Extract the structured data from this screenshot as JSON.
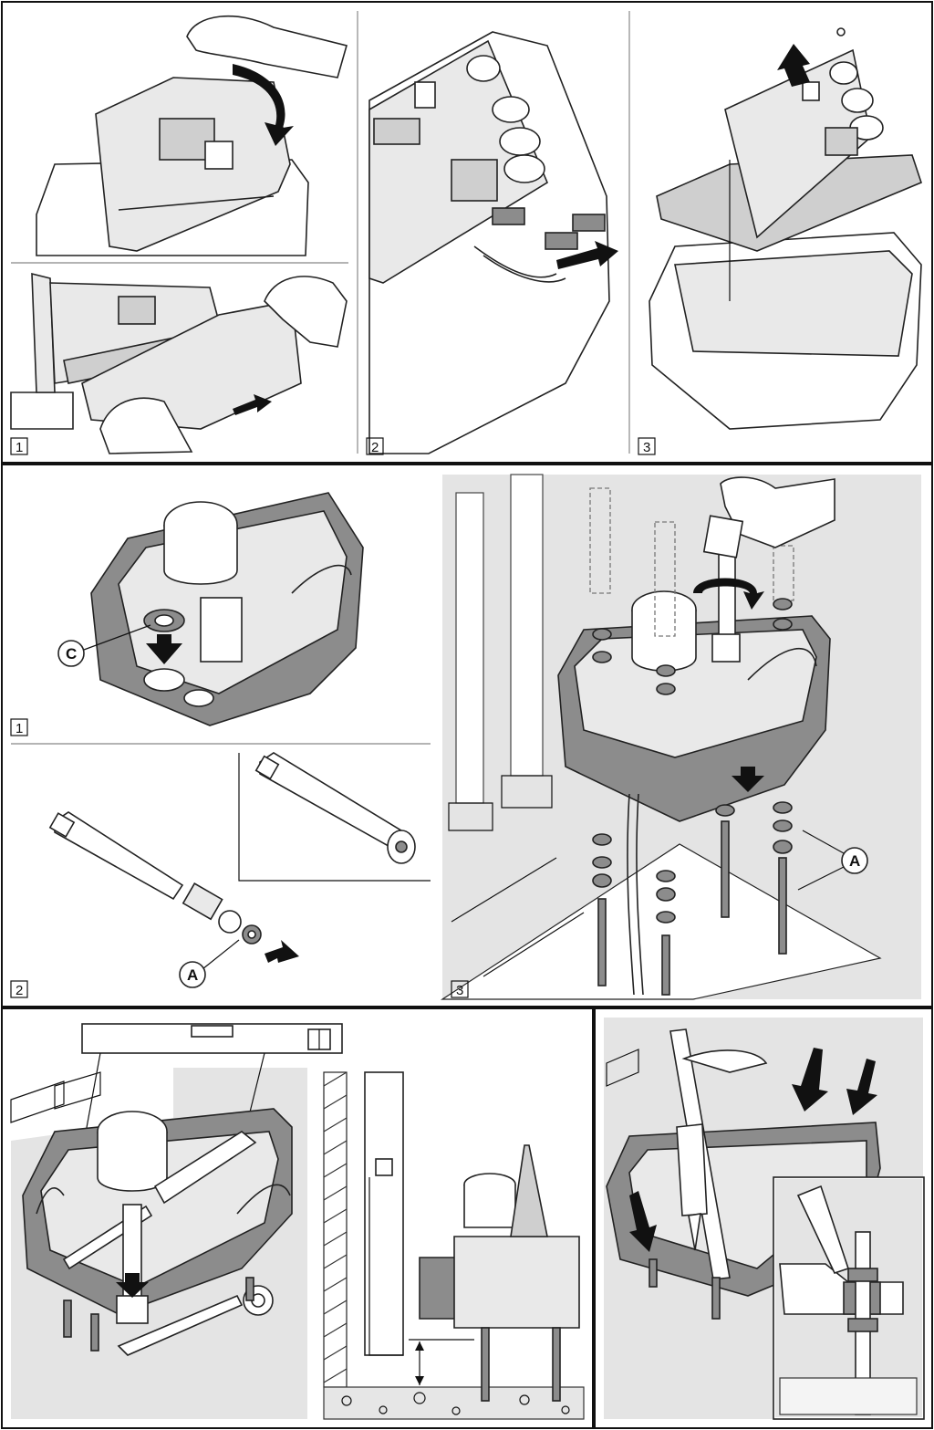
{
  "step_labels": {
    "top_1": "1",
    "top_2": "2",
    "top_3": "3",
    "mid_1": "1",
    "mid_2": "2",
    "mid_3": "3"
  },
  "callouts": {
    "mid1_c": "C",
    "mid2_a": "A",
    "mid3_a": "A"
  }
}
